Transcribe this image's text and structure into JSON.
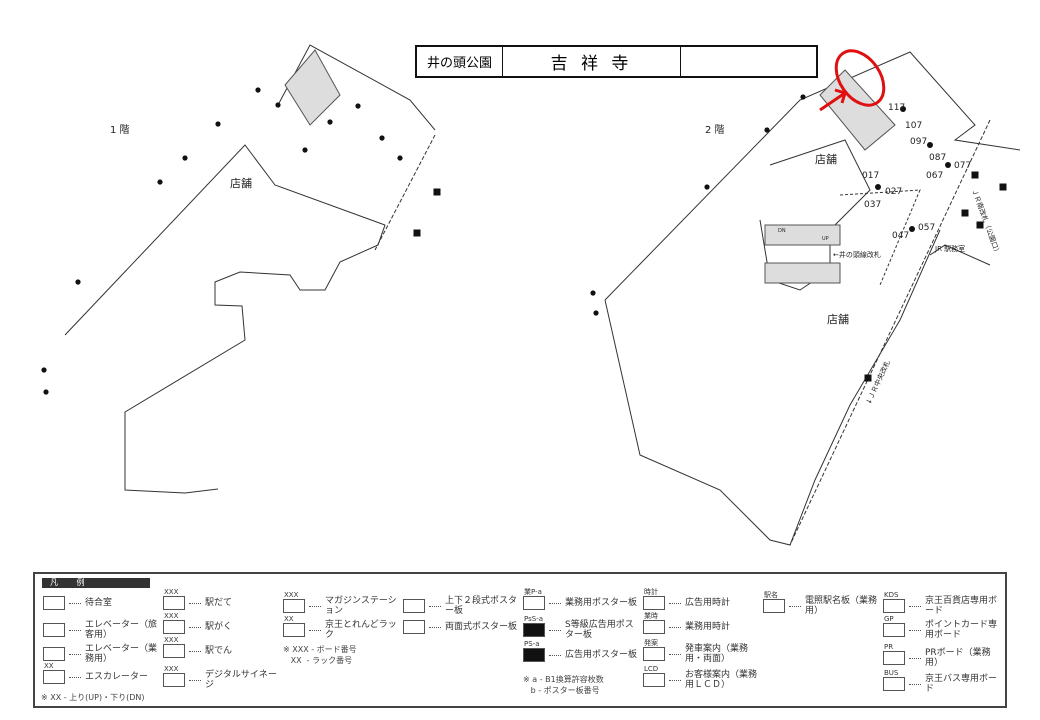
{
  "title": {
    "left": "井の頭公園",
    "center": "吉 祥 寺",
    "right": ""
  },
  "floor1": {
    "label": "1 階",
    "shop": "店舗"
  },
  "floor2": {
    "label": "2 階",
    "shop1": "店舗",
    "shop2": "店舗",
    "gate_inokashira": "←井の頭線改札",
    "jr_south_gate": "ＪＲ南改札（公園口）",
    "jr_office": "JR 駅務室",
    "jr_central_gate": "↓ＪＲ中央改札",
    "up": "UP",
    "dn": "DN",
    "boards": [
      "117",
      "107",
      "097",
      "087",
      "067",
      "077",
      "017",
      "027",
      "037",
      "047",
      "057"
    ]
  },
  "colors": {
    "highlight": "#e01010"
  },
  "legend": {
    "heading": "凡 例",
    "items": [
      {
        "code": "",
        "label": "待合室"
      },
      {
        "code": "",
        "label": "エレベーター（旅客用）"
      },
      {
        "code": "",
        "label": "エレベーター（業務用）"
      },
      {
        "code": "XX",
        "label": "エスカレーター"
      },
      {
        "code": "XXX",
        "label": "駅だて"
      },
      {
        "code": "XXX",
        "label": "駅がく"
      },
      {
        "code": "XXX",
        "label": "駅でん"
      },
      {
        "code": "XXX",
        "label": "デジタルサイネージ"
      },
      {
        "code": "XXX",
        "label": "マガジンステーション"
      },
      {
        "code": "XX",
        "label": "京王とれんどラック"
      },
      {
        "code": "",
        "label": "上下２段式ポスター板"
      },
      {
        "code": "",
        "label": "両面式ポスター板"
      },
      {
        "code": "業P-a",
        "label": "業務用ポスター板"
      },
      {
        "code": "PsS-a",
        "label": "S等級広告用ポスター板"
      },
      {
        "code": "PS-a",
        "label": "広告用ポスター板"
      },
      {
        "code": "時計",
        "label": "広告用時計"
      },
      {
        "code": "業時",
        "label": "業務用時計"
      },
      {
        "code": "発案",
        "label": "発車案内（業務用・両面）"
      },
      {
        "code": "LCD",
        "label": "お客様案内（業務用ＬＣＤ）"
      },
      {
        "code": "駅名",
        "label": "電照駅名板（業務用）"
      },
      {
        "code": "KDS",
        "label": "京王百貨店専用ボード"
      },
      {
        "code": "GP",
        "label": "ポイントカード専用ボード"
      },
      {
        "code": "PR",
        "label": "PRボード（業務用）"
      },
      {
        "code": "BUS",
        "label": "京王バス専用ボード"
      }
    ],
    "note_escalator": "※ XX - 上り(UP)・下り(DN)",
    "note_board": "※ XXX - ボード番号\n   XX  - ラック番号",
    "note_poster": "※ a - B1換算許容枚数\n   b - ポスター板番号"
  }
}
